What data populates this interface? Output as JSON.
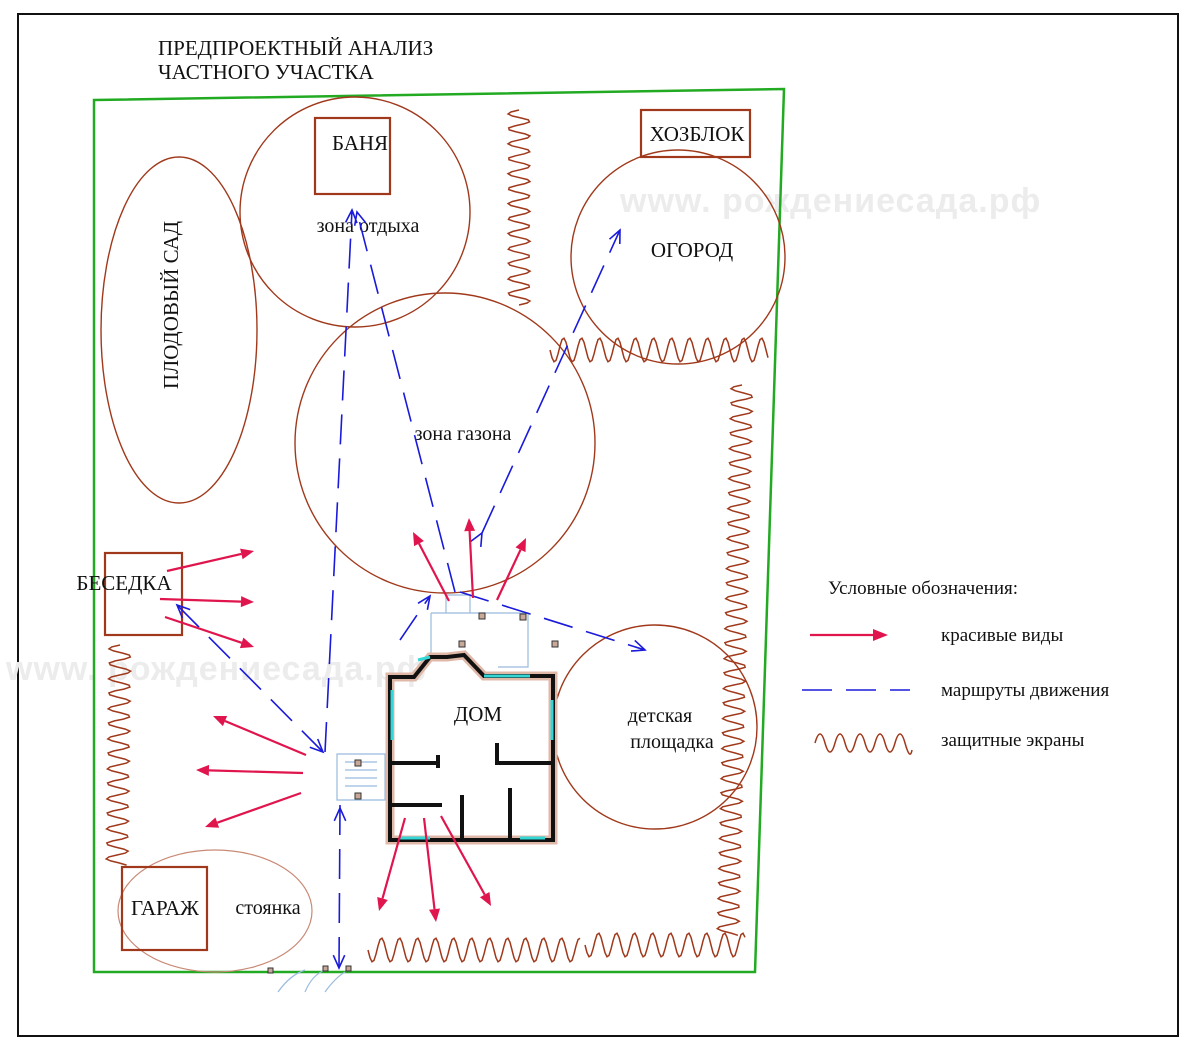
{
  "title": {
    "line1": "ПРЕДПРОЕКТНЫЙ АНАЛИЗ",
    "line2": "ЧАСТНОГО УЧАСТКА"
  },
  "watermark": "www. рождениесада.рф",
  "zones": {
    "banya": "БАНЯ",
    "rest_zone": "зона отдыха",
    "orchard": "ПЛОДОВЫЙ САД",
    "lawn_zone": "зона газона",
    "utility_block": "ХОЗБЛОК",
    "vegetable_garden": "ОГОРОД",
    "gazebo": "БЕСЕДКА",
    "house": "ДОМ",
    "playground_line1": "детская",
    "playground_line2": "площадка",
    "garage": "ГАРАЖ",
    "parking": "стоянка"
  },
  "legend": {
    "heading": "Условные обозначения:",
    "items": [
      {
        "label": "красивые виды",
        "symbol": "red-arrow",
        "color": "#e0154d"
      },
      {
        "label": "маршруты движения",
        "symbol": "blue-dashed-line",
        "color": "#1a1adb"
      },
      {
        "label": "защитные экраны",
        "symbol": "brown-wave",
        "color": "#a0391b"
      }
    ]
  },
  "colors": {
    "boundary": "#22aa22",
    "zones": "#a0391b",
    "views": "#e0154d",
    "routes": "#1a1adb",
    "glazing": "#35d6d6"
  }
}
